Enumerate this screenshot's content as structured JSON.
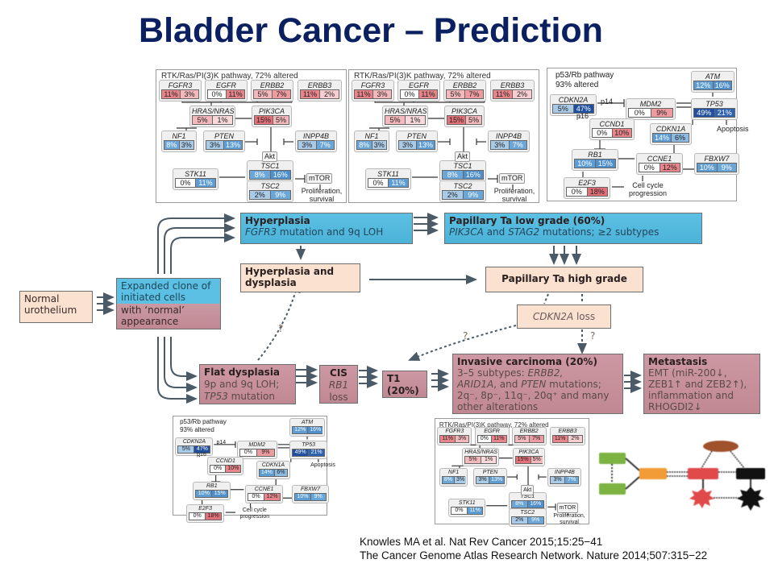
{
  "title": "Bladder Cancer – Prediction",
  "rtk_panel": {
    "title": "RTK/Ras/PI(3)K pathway, 72% altered",
    "genes": [
      {
        "name": "FGFR3",
        "values": [
          "11%",
          "3%"
        ],
        "colors": [
          "#e8858b",
          "#f4b9bc"
        ]
      },
      {
        "name": "EGFR",
        "values": [
          "0%",
          "11%"
        ],
        "colors": [
          "#ffffff",
          "#e8858b"
        ]
      },
      {
        "name": "ERBB2",
        "values": [
          "5%",
          "7%"
        ],
        "colors": [
          "#f4b9bc",
          "#ec9ba0"
        ]
      },
      {
        "name": "ERBB3",
        "values": [
          "11%",
          "2%"
        ],
        "colors": [
          "#e8858b",
          "#f7cdd0"
        ]
      },
      {
        "name": "HRAS/NRAS",
        "values": [
          "5%",
          "1%"
        ],
        "colors": [
          "#f4b9bc",
          "#f9d9da"
        ]
      },
      {
        "name": "PIK3CA",
        "values": [
          "15%",
          "5%"
        ],
        "colors": [
          "#e27078",
          "#f4b9bc"
        ]
      },
      {
        "name": "NF1",
        "values": [
          "8%",
          "3%"
        ],
        "colors": [
          "#6aa6d8",
          "#a9cbe8"
        ]
      },
      {
        "name": "PTEN",
        "values": [
          "3%",
          "13%"
        ],
        "colors": [
          "#a9cbe8",
          "#5e9dd3"
        ]
      },
      {
        "name": "INPP4B",
        "values": [
          "3%",
          "7%"
        ],
        "colors": [
          "#a9cbe8",
          "#6aa6d8"
        ]
      },
      {
        "name": "STK11",
        "values": [
          "0%",
          "11%"
        ],
        "colors": [
          "#ffffff",
          "#5e9dd3"
        ]
      },
      {
        "name": "TSC1",
        "values": [
          "8%",
          "16%"
        ],
        "colors": [
          "#6aa6d8",
          "#4f8fcb"
        ]
      },
      {
        "name": "TSC2",
        "values": [
          "2%",
          "9%"
        ],
        "colors": [
          "#a9cbe8",
          "#6aa6d8"
        ]
      }
    ],
    "akt_label": "Akt",
    "mtor_label": "mTOR",
    "outcome": "Proliferation, survival"
  },
  "p53_panel": {
    "title_line1": "p53/Rb pathway",
    "title_line2": "93% altered",
    "genes": [
      {
        "name": "ATM",
        "values": [
          "12%",
          "16%"
        ],
        "colors": [
          "#5e9dd3",
          "#4f8fcb"
        ]
      },
      {
        "name": "CDKN2A",
        "values": [
          "5%",
          "47%"
        ],
        "colors": [
          "#a9cbe8",
          "#1f4f9e"
        ]
      },
      {
        "name": "MDM2",
        "values": [
          "0%",
          "9%"
        ],
        "colors": [
          "#ffffff",
          "#ec9ba0"
        ]
      },
      {
        "name": "TP53",
        "values": [
          "49%",
          "21%"
        ],
        "colors": [
          "#1f4f9e",
          "#2e62b0"
        ]
      },
      {
        "name": "CCND1",
        "values": [
          "0%",
          "10%"
        ],
        "colors": [
          "#ffffff",
          "#e8858b"
        ]
      },
      {
        "name": "CDKN1A",
        "values": [
          "14%",
          "6%"
        ],
        "colors": [
          "#5e9dd3",
          "#8dbbe2"
        ]
      },
      {
        "name": "RB1",
        "values": [
          "10%",
          "15%"
        ],
        "colors": [
          "#5e9dd3",
          "#4f8fcb"
        ]
      },
      {
        "name": "CCNE1",
        "values": [
          "0%",
          "12%"
        ],
        "colors": [
          "#ffffff",
          "#e8858b"
        ]
      },
      {
        "name": "FBXW7",
        "values": [
          "10%",
          "9%"
        ],
        "colors": [
          "#5e9dd3",
          "#6aa6d8"
        ]
      },
      {
        "name": "E2F3",
        "values": [
          "0%",
          "18%"
        ],
        "colors": [
          "#ffffff",
          "#e27078"
        ]
      }
    ],
    "p14_label": "p14",
    "p16_label": "p16",
    "apoptosis": "Apoptosis",
    "cell_cycle": "Cell cycle progression"
  },
  "flow": {
    "normal": "Normal urothelium",
    "expanded_top": "Expanded clone of initiated cells",
    "expanded_bottom": "with ‘normal’ appearance",
    "hyperplasia_title": "Hyperplasia",
    "hyperplasia_sub_gene": "FGFR3",
    "hyperplasia_sub_rest": " mutation and 9q LOH",
    "hyp_dys": "Hyperplasia and dysplasia",
    "pap_low_title": "Papillary Ta low grade (60%)",
    "pap_low_g1": "PIK3CA",
    "pap_low_mid": " and ",
    "pap_low_g2": "STAG2",
    "pap_low_rest": " mutations; ≥2 subtypes",
    "pap_high": "Papillary Ta high grade",
    "cdkn2a_gene": "CDKN2A",
    "cdkn2a_rest": " loss",
    "question": "?",
    "flat_title": "Flat dysplasia",
    "flat_l2": "9p and 9q LOH;",
    "flat_l3_gene": "TP53",
    "flat_l3_rest": " mutation",
    "cis_title": "CIS",
    "cis_gene": "RB1",
    "cis_rest": "loss",
    "t1_title": "T1",
    "t1_pct": "(20%)",
    "inv_title": "Invasive carcinoma (20%)",
    "inv_l2a": "3–5 subtypes: ",
    "inv_l2b": "ERBB2,",
    "inv_l3a": "ARID1A",
    "inv_l3b": ", and ",
    "inv_l3c": "PTEN",
    "inv_l3d": " mutations;",
    "inv_l4": "2q⁻, 8p⁻, 11q⁻, 20q⁺ and many",
    "inv_l5": "other alterations",
    "met_title": "Metastasis",
    "met_l2": "EMT (miR-200↓,",
    "met_l3": "ZEB1↑ and ZEB2↑),",
    "met_l4": "inflammation and",
    "met_l5": "RHOGDI2↓"
  },
  "references": [
    "Knowles MA et al. Nat Rev Cancer 2015;15:25−41",
    "The Cancer Genome Atlas Research Network. Nature 2014;507:315−22"
  ]
}
